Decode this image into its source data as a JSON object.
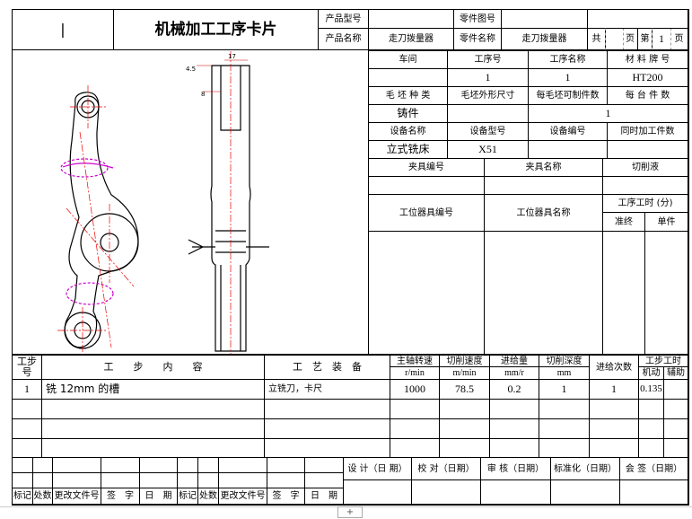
{
  "header": {
    "mark": "|",
    "title": "机械加工工序卡片",
    "product_model_label": "产品型号",
    "product_model": "",
    "part_drawing_label": "零件图号",
    "part_drawing": "",
    "product_name_label": "产品名称",
    "product_name": "走刀拨量器",
    "part_name_label": "零件名称",
    "part_name": "走刀拨量器",
    "total_label": "共",
    "total": "",
    "page_unit": "页",
    "page_label": "第",
    "page": "1",
    "page_unit2": "页"
  },
  "info": {
    "h1": [
      "车间",
      "工序号",
      "工序名称",
      "材 料 牌 号"
    ],
    "v1": [
      "",
      "1",
      "1",
      "HT200"
    ],
    "h2": [
      "毛 坯 种 类",
      "毛坯外形尺寸",
      "每毛坯可制件数",
      "每 台 件 数"
    ],
    "v2": [
      "铸件",
      "",
      "1",
      ""
    ],
    "h3": [
      "设备名称",
      "设备型号",
      "设备编号",
      "同时加工件数"
    ],
    "v3": [
      "立式铣床",
      "X51",
      "",
      ""
    ]
  },
  "fixture": {
    "no": "夹具编号",
    "name": "夹具名称",
    "coolant": "切削液",
    "station_no": "工位器具编号",
    "station_name": "工位器具名称",
    "op_time": "工序工时 (分)",
    "prep": "准终",
    "unit": "单件"
  },
  "steps": {
    "headers": {
      "no": "工步号",
      "content": "工　　步　　内　　容",
      "equip": "工　艺　装　备",
      "spindle": "主轴转速",
      "spindle_unit": "r/min",
      "speed": "切削速度",
      "speed_unit": "m/min",
      "feed": "进给量",
      "feed_unit": "mm/r",
      "depth": "切削深度",
      "depth_unit": "mm",
      "passes": "进给次数",
      "time": "工步工时",
      "machine": "机动",
      "aux": "辅助"
    },
    "rows": [
      {
        "no": "1",
        "content": "铣 12mm 的槽",
        "equip": "立铣刀，卡尺",
        "spindle": "1000",
        "speed": "78.5",
        "feed": "0.2",
        "depth": "1",
        "passes": "1",
        "machine": "0.135",
        "aux": ""
      }
    ]
  },
  "footer": {
    "labels": [
      "标记",
      "处数",
      "更改文件号",
      "签　字",
      "日　期",
      "标记",
      "处数",
      "更改文件号",
      "签　字",
      "日　期"
    ],
    "sign": [
      "设 计（日 期）",
      "校 对（日期）",
      "审 核（日期）",
      "标准化（日期）",
      "会 签（日期）"
    ]
  },
  "drawing": {
    "dims": [
      "4.5",
      "8",
      "17"
    ]
  }
}
